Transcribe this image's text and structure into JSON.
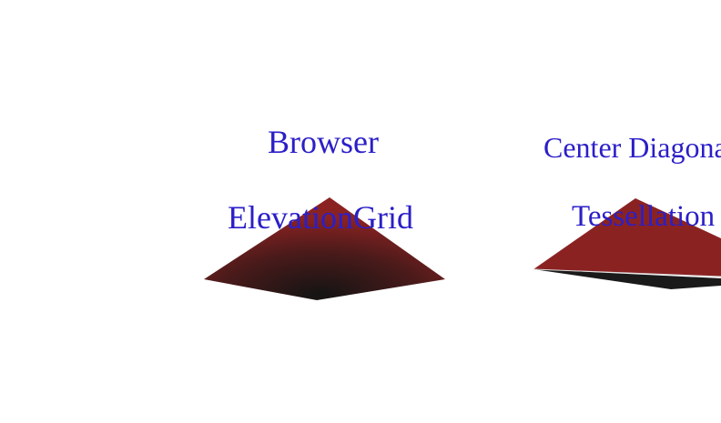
{
  "scene": {
    "background": "#ffffff",
    "text_color": "#2b1fc7",
    "left_model": {
      "title": "Browser",
      "subtitle": "ElevationGrid",
      "face_color": "#8b2222",
      "shadow_color": "#141414"
    },
    "right_model": {
      "title": "Center Diagonal",
      "subtitle": "Tessellation",
      "face_color": "#8b2222",
      "underside_color": "#1a1a1a",
      "edge_color": "#dddddd"
    }
  }
}
